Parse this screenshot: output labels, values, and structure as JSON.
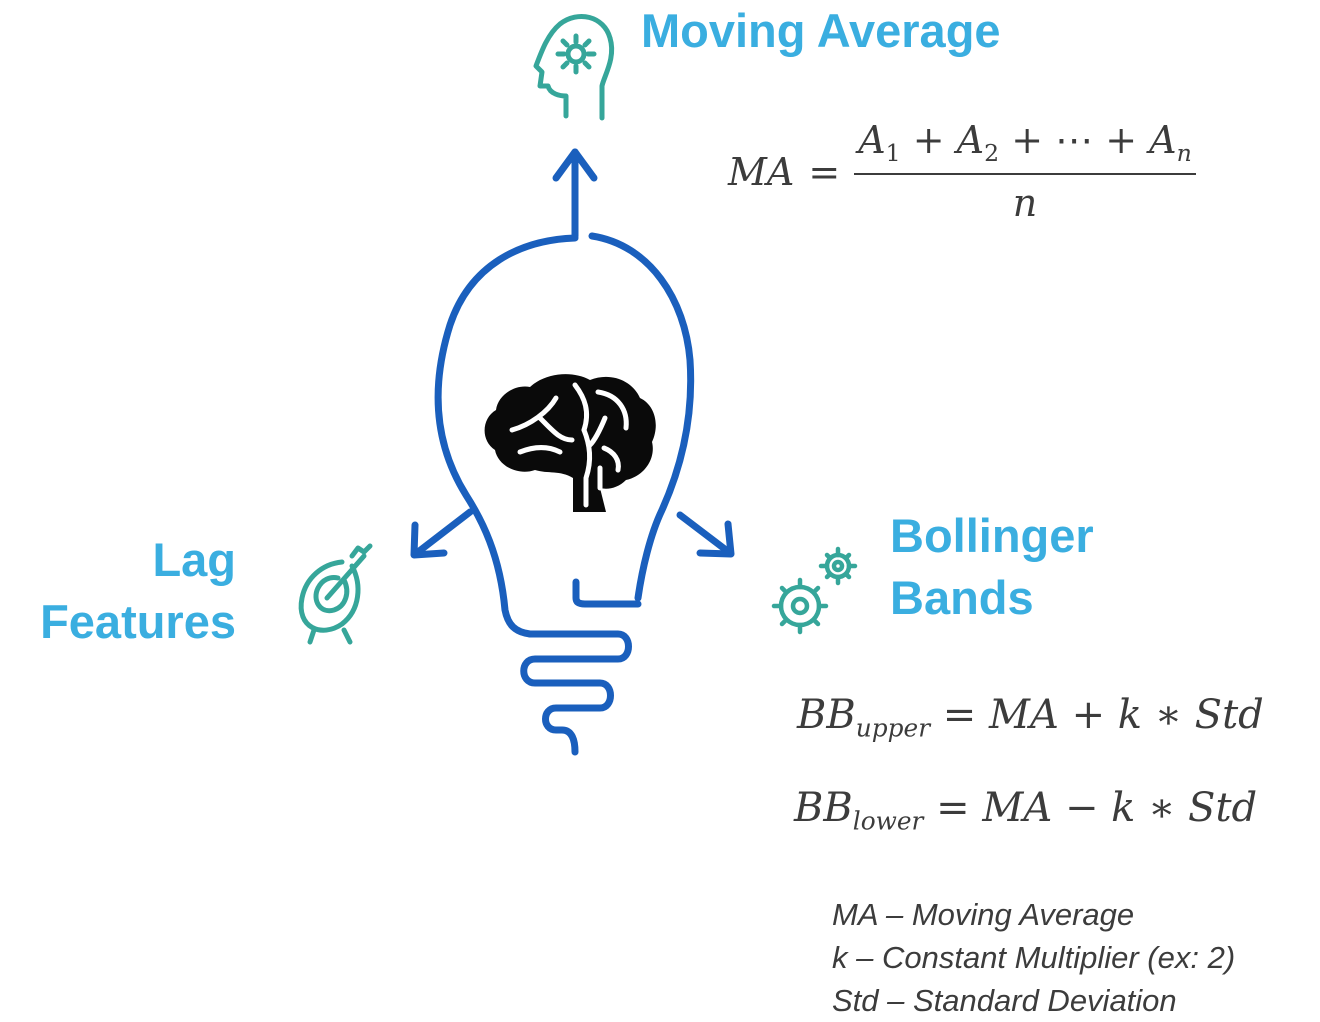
{
  "headings": {
    "moving_average": "Moving Average",
    "lag_features": [
      "Lag",
      "Features"
    ],
    "bollinger_bands": [
      "Bollinger",
      "Bands"
    ]
  },
  "formulas": {
    "moving_average": {
      "lhs": "MA",
      "eq": "=",
      "numerator": [
        {
          "base": "A",
          "sub": "1"
        },
        {
          "op": "+"
        },
        {
          "base": "A",
          "sub": "2"
        },
        {
          "op": "+"
        },
        {
          "op": "⋯"
        },
        {
          "op": "+"
        },
        {
          "base": "A",
          "sub": "n"
        }
      ],
      "denominator": "n"
    },
    "bb_upper": {
      "base": "BB",
      "sub": "upper",
      "eq": "=",
      "rhs": [
        "MA",
        "+",
        "k",
        "∗",
        "Std"
      ]
    },
    "bb_lower": {
      "base": "BB",
      "sub": "lower",
      "eq": "=",
      "rhs": [
        "MA",
        "−",
        "k",
        "∗",
        "Std"
      ]
    }
  },
  "legend": [
    "MA – Moving Average",
    "k – Constant Multiplier (ex: 2)",
    "Std – Standard Deviation"
  ],
  "icons": {
    "center": "brain-icon",
    "moving_average": "head-gear-icon",
    "lag_features": "target-arrow-icon",
    "bollinger_bands": "gears-icon",
    "bulb": "lightbulb-outline"
  },
  "colors": {
    "heading": "#3aaee0",
    "bulb_stroke": "#1a5fbd",
    "icon_teal": "#36a69a",
    "formula_text": "#3c3c3c",
    "brain_fill": "#0a0a0a"
  }
}
